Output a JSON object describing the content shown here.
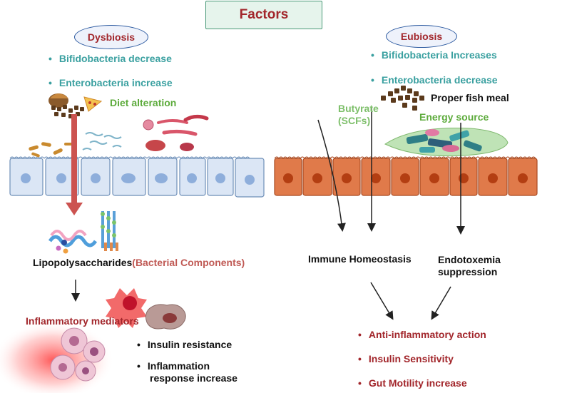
{
  "title": "Factors",
  "left": {
    "heading": "Dysbiosis",
    "bullets": [
      "Bifidobacteria decrease",
      "Enterobacteria increase"
    ],
    "diet": "Diet alteration",
    "lps_main": "Lipopolysaccharides",
    "lps_paren": "(Bacterial Components)",
    "inflammatory": "Inflammatory mediators",
    "outcomes": [
      "Insulin resistance",
      "Inflammation",
      "response increase"
    ]
  },
  "right": {
    "heading": "Eubiosis",
    "bullets": [
      "Bifidobacteria Increases",
      "Enterobacteria decrease"
    ],
    "fish": "Proper fish meal",
    "energy": "Energy source",
    "butyrate": [
      "Butyrate",
      "(SCFs)"
    ],
    "immune": "Immune Homeostasis",
    "endotoxemia": [
      "Endotoxemia",
      "suppression"
    ],
    "outcomes": [
      "Anti-inflammatory action",
      "Insulin Sensitivity",
      "Gut Motility increase"
    ]
  },
  "colors": {
    "title_text": "#a2262b",
    "teal_text": "#3aa0a0",
    "green_text": "#5dab3c",
    "left_cells": "#dbe6f5",
    "right_cells": "#e07a4a",
    "arrow_red": "#cc5350"
  }
}
